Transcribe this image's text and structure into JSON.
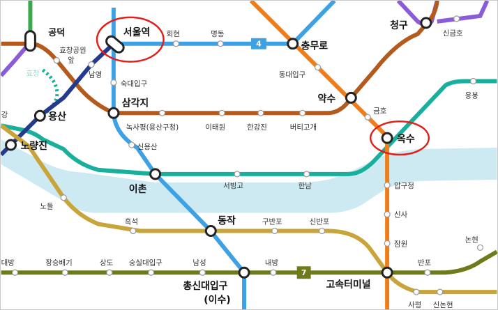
{
  "colors": {
    "line1": "#243a8f",
    "line2": "#3aa94a",
    "line3": "#f07e18",
    "line4": "#3da1e3",
    "line5": "#8a5cd8",
    "line6": "#b35a1c",
    "line7": "#6f7a1a",
    "line9": "#c8a43a",
    "gyeongui": "#18b09c",
    "river": "#cdeaf2",
    "highlight": "#e0201a"
  },
  "line_badges": {
    "line4": "4",
    "line7": "7"
  },
  "stations": {
    "gongdeok": "공덕",
    "seoul": "서울역",
    "hoehyeon": "회현",
    "myeongdong": "명동",
    "chungmuro": "충무로",
    "cheonggu": "청구",
    "singeumho": "신금호",
    "hyochang_line1": "효창공원",
    "hyochang_line2": "앞",
    "hyochang_short": "효창",
    "namyeong": "남영",
    "sookmyung": "숙대입구",
    "dongdaemun": "동대입구",
    "yaksu": "약수",
    "geumho": "금호",
    "eungbong": "응봉",
    "yongsan": "용산",
    "samgakji": "삼각지",
    "noksapyeong": "녹사평(용산구청)",
    "itaewon": "이태원",
    "hangangjin": "한강진",
    "beoti": "버티고개",
    "oksu": "옥수",
    "noryangjin": "노량진",
    "sinyongsan": "신용산",
    "ichon": "이촌",
    "seobinggo": "서빙고",
    "hannam": "한남",
    "apgujeong": "압구정",
    "nodeul": "노들",
    "sinsa": "신사",
    "heukseok": "흑석",
    "dongjak": "동작",
    "gubanpo": "구반포",
    "sinbanpo": "신반포",
    "jamwon": "잠원",
    "nonhyeon": "논현",
    "daebang": "대방",
    "jangseungbaegi": "장승배기",
    "sangdo": "상도",
    "soongsil": "숭실대입구",
    "namseong": "남성",
    "naebang": "내방",
    "banpo": "반포",
    "chongshin_line1": "총신대입구",
    "chongshin_line2": "(이수)",
    "express": "고속터미널",
    "sapyeong": "사평",
    "sinnonhyeon": "신논현",
    "west_partial": "강"
  }
}
